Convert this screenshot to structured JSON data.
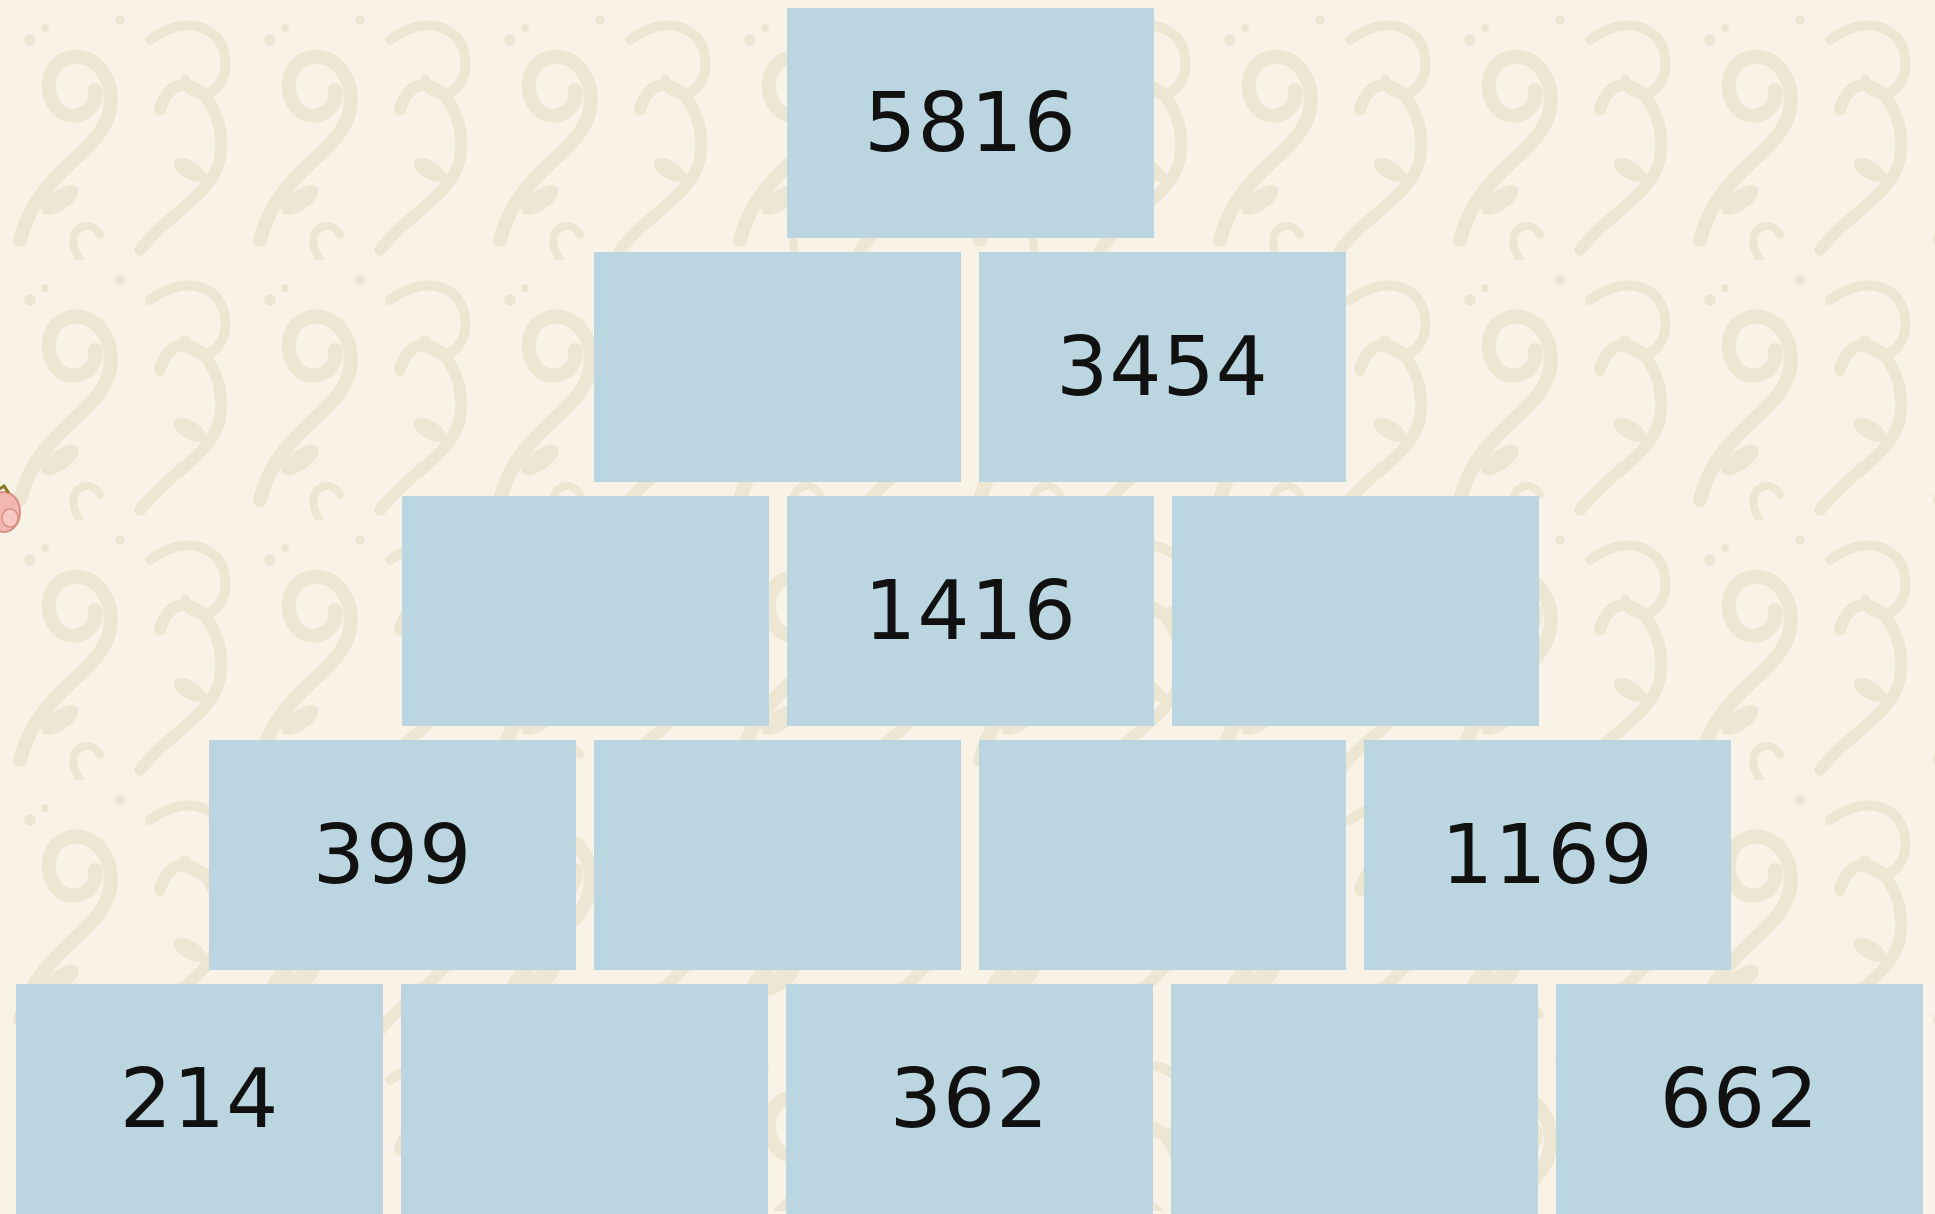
{
  "puzzle": {
    "rows": [
      [
        "5816"
      ],
      [
        "",
        "3454"
      ],
      [
        "",
        "1416",
        ""
      ],
      [
        "399",
        "",
        "",
        "1169"
      ],
      [
        "214",
        "",
        "362",
        "",
        "662"
      ]
    ]
  },
  "colors": {
    "cell": "#bbd6e0",
    "background": "#f8f3e6",
    "text": "#111111"
  },
  "icons": {
    "mascot": "pink-character-peeking-icon"
  }
}
